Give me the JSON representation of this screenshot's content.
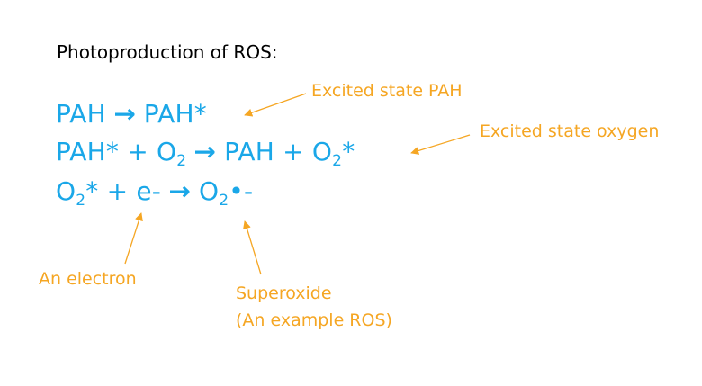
{
  "heading": "Photoproduction of ROS:",
  "equations": {
    "eq1": {
      "left": "PAH",
      "arrow": "→",
      "right": "PAH*"
    },
    "eq2": {
      "a": "PAH* + O",
      "a_sub": "2",
      "arrow": "→",
      "b": "PAH + O",
      "b_sub": "2",
      "b_sup": "*"
    },
    "eq3": {
      "a": "O",
      "a_sub": "2",
      "a_tail": "* + e-",
      "arrow": "→",
      "b": "O",
      "b_sub": "2",
      "b_tail": "•-"
    }
  },
  "annotations": {
    "excited_pah": "Excited state PAH",
    "excited_oxygen": "Excited state oxygen",
    "electron": "An electron",
    "superoxide_line1": "Superoxide",
    "superoxide_line2": "(An example ROS)"
  },
  "colors": {
    "equation": "#1aa7e8",
    "annotation": "#f5a623",
    "heading": "#000000",
    "background": "#ffffff"
  }
}
